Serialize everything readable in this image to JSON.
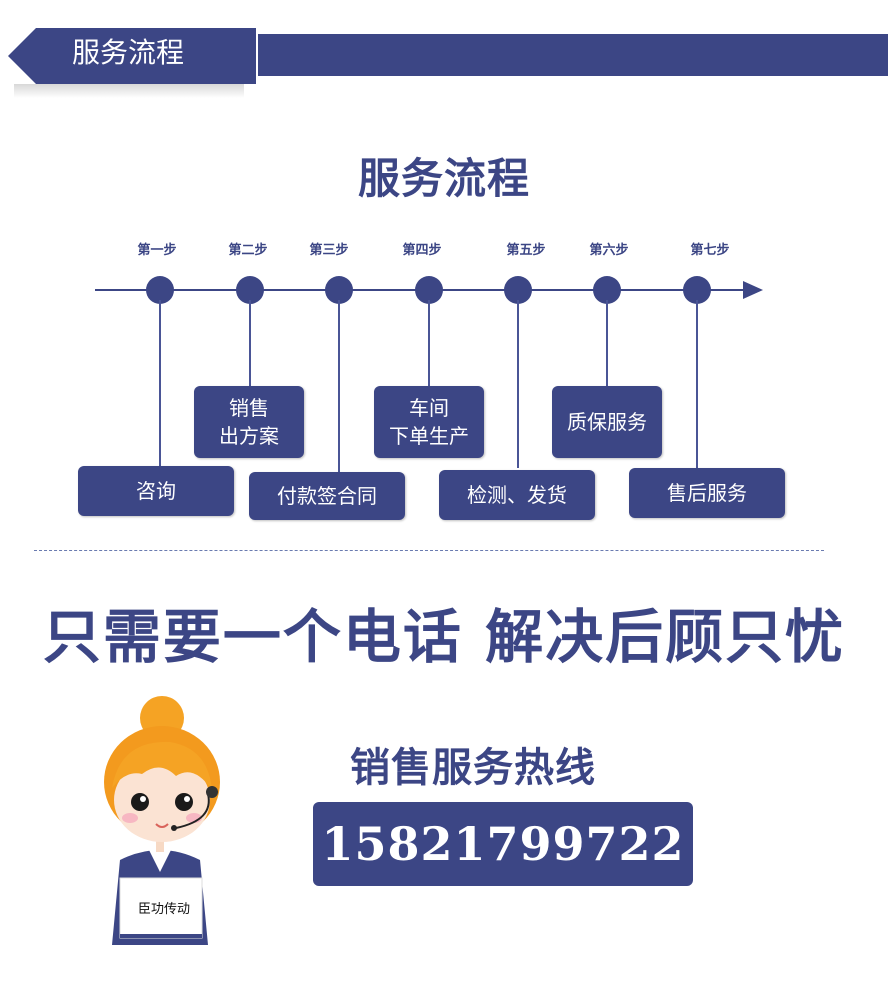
{
  "header": {
    "banner_title": "服务流程"
  },
  "process": {
    "title": "服务流程",
    "steps": [
      {
        "label": "第一步",
        "box": "咨询"
      },
      {
        "label": "第二步",
        "box": "销售\n出方案"
      },
      {
        "label": "第三步",
        "box": "付款签合同"
      },
      {
        "label": "第四步",
        "box": "车间\n下单生产"
      },
      {
        "label": "第五步",
        "box": "检测、发货"
      },
      {
        "label": "第六步",
        "box": "质保服务"
      },
      {
        "label": "第七步",
        "box": "售后服务"
      }
    ]
  },
  "slogan": "只需要一个电话 解决后顾只忧",
  "contact": {
    "title": "销售服务热线",
    "phone": "15821799722",
    "sign_text": "臣功传动"
  },
  "colors": {
    "primary": "#3c4685",
    "background": "#ffffff"
  }
}
